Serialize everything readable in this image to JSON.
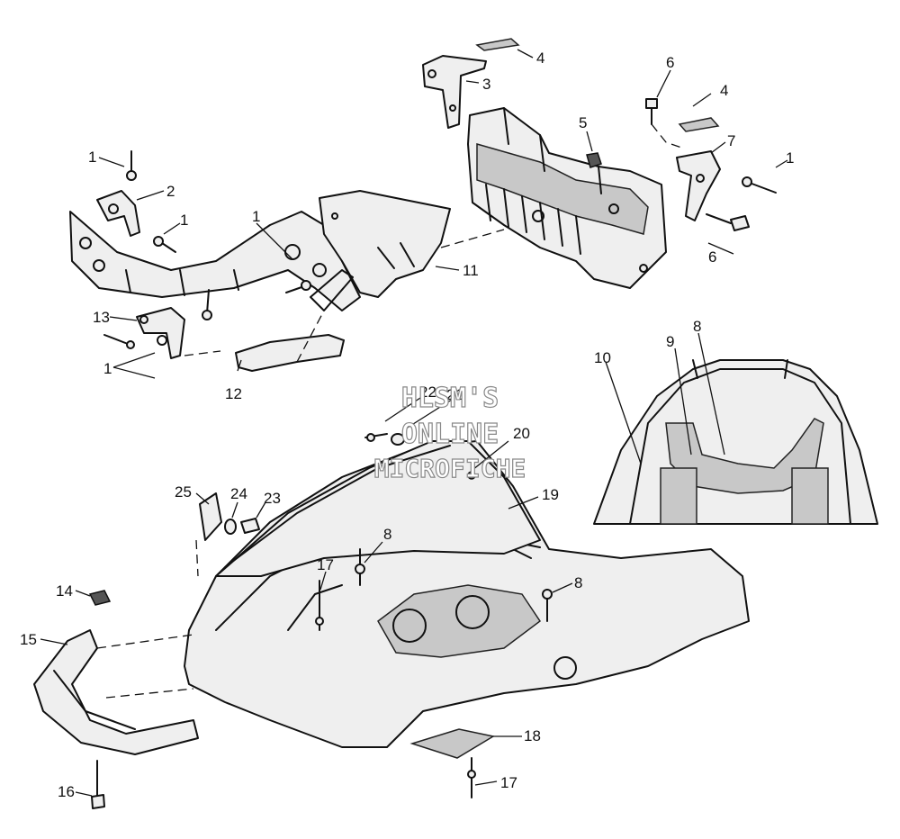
{
  "watermark": {
    "line1": "HLSM'S",
    "line2": "ONLINE",
    "line3": "MICROFICHE"
  },
  "callouts": [
    {
      "id": "c4a",
      "text": "4"
    },
    {
      "id": "c3",
      "text": "3"
    },
    {
      "id": "c6a",
      "text": "6"
    },
    {
      "id": "c4b",
      "text": "4"
    },
    {
      "id": "c5",
      "text": "5"
    },
    {
      "id": "c7",
      "text": "7"
    },
    {
      "id": "c1a",
      "text": "1"
    },
    {
      "id": "c1b",
      "text": "1"
    },
    {
      "id": "c2",
      "text": "2"
    },
    {
      "id": "c1c",
      "text": "1"
    },
    {
      "id": "c1d",
      "text": "1"
    },
    {
      "id": "c11",
      "text": "11"
    },
    {
      "id": "c6b",
      "text": "6"
    },
    {
      "id": "c13",
      "text": "13"
    },
    {
      "id": "c1e",
      "text": "1"
    },
    {
      "id": "c12",
      "text": "12"
    },
    {
      "id": "c10",
      "text": "10"
    },
    {
      "id": "c9",
      "text": "9"
    },
    {
      "id": "c8a",
      "text": "8"
    },
    {
      "id": "c22",
      "text": "22"
    },
    {
      "id": "c21",
      "text": "21"
    },
    {
      "id": "c20",
      "text": "20"
    },
    {
      "id": "c19",
      "text": "19"
    },
    {
      "id": "c25",
      "text": "25"
    },
    {
      "id": "c24",
      "text": "24"
    },
    {
      "id": "c23",
      "text": "23"
    },
    {
      "id": "c8b",
      "text": "8"
    },
    {
      "id": "c17a",
      "text": "17"
    },
    {
      "id": "c8c",
      "text": "8"
    },
    {
      "id": "c14",
      "text": "14"
    },
    {
      "id": "c15",
      "text": "15"
    },
    {
      "id": "c18",
      "text": "18"
    },
    {
      "id": "c17b",
      "text": "17"
    },
    {
      "id": "c16",
      "text": "16"
    }
  ]
}
